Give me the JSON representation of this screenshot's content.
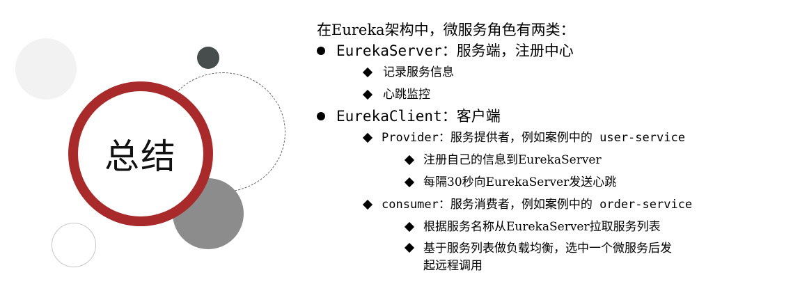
{
  "summary": {
    "title": "总结"
  },
  "content": {
    "intro": "在Eureka架构中，微服务角色有两类：",
    "server": {
      "label": "EurekaServer：服务端，注册中心",
      "items": [
        "记录服务信息",
        "心跳监控"
      ]
    },
    "client": {
      "label": "EurekaClient：客户端",
      "provider": {
        "label": "Provider：服务提供者，例如案例中的 user-service",
        "items": [
          "注册自己的信息到EurekaServer",
          "每隔30秒向EurekaServer发送心跳"
        ]
      },
      "consumer": {
        "label": "consumer：服务消费者，例如案例中的 order-service",
        "items": [
          "根据服务名称从EurekaServer拉取服务列表",
          "基于服务列表做负载均衡，选中一个微服务后发起远程调用"
        ]
      }
    }
  }
}
